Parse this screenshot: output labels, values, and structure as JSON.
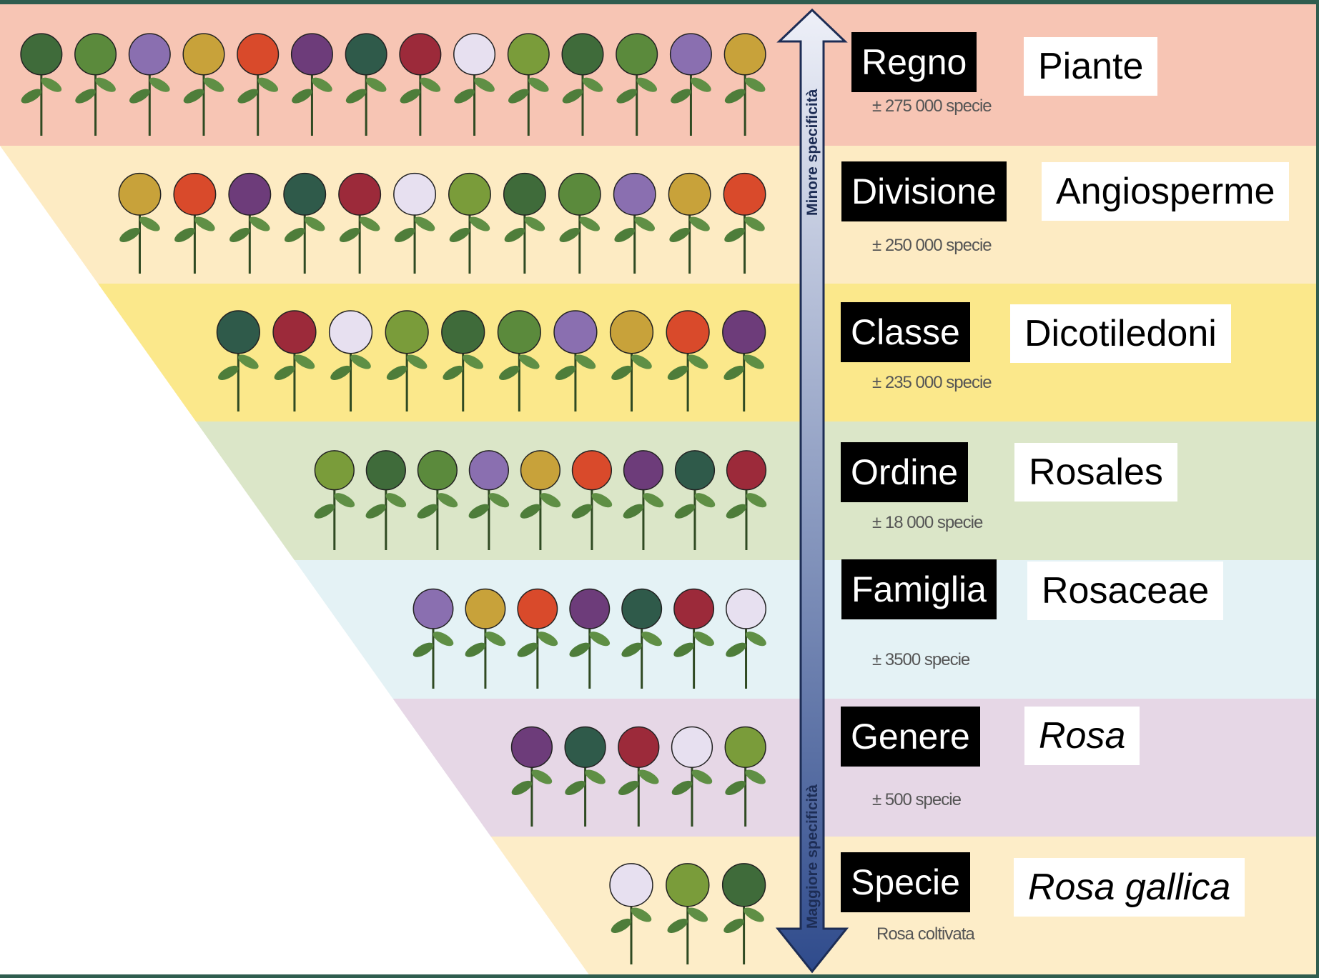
{
  "axis": {
    "top_label": "Minore specificità",
    "bottom_label": "Maggiore specificità"
  },
  "levels": [
    {
      "rank": "Regno",
      "name": "Piante",
      "italic": false,
      "count": "± 275 000 specie",
      "band_color": "#f7c5b4"
    },
    {
      "rank": "Divisione",
      "name": "Angiosperme",
      "italic": false,
      "count": "± 250 000 specie",
      "band_color": "#fdebc3"
    },
    {
      "rank": "Classe",
      "name": "Dicotiledoni",
      "italic": false,
      "count": "± 235 000 specie",
      "band_color": "#fbe88b"
    },
    {
      "rank": "Ordine",
      "name": "Rosales",
      "italic": false,
      "count": "± 18 000 specie",
      "band_color": "#dbe6c8"
    },
    {
      "rank": "Famiglia",
      "name": "Rosaceae",
      "italic": false,
      "count": "± 3500 specie",
      "band_color": "#e4f2f5"
    },
    {
      "rank": "Genere",
      "name": "Rosa",
      "italic": true,
      "count": "± 500 specie",
      "band_color": "#e6d7e6"
    },
    {
      "rank": "Specie",
      "name": "Rosa gallica",
      "italic": true,
      "count": "Rosa coltivata",
      "band_color": "#fdedc8"
    }
  ],
  "colors": {
    "arrow_top": "#eef0f8",
    "arrow_bottom": "#2f4b8c",
    "frame": "#2f5d4f"
  }
}
